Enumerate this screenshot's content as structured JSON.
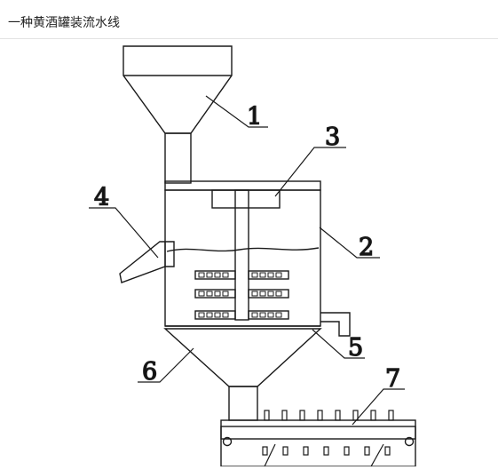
{
  "header": {
    "title": "一种黄酒罐装流水线"
  },
  "diagram": {
    "callouts": [
      {
        "id": "hopper",
        "label": "1"
      },
      {
        "id": "tank",
        "label": "2"
      },
      {
        "id": "motor",
        "label": "3"
      },
      {
        "id": "inlet-chute",
        "label": "4"
      },
      {
        "id": "outlet-pipe",
        "label": "5"
      },
      {
        "id": "cone-bottom",
        "label": "6"
      },
      {
        "id": "conveyor",
        "label": "7"
      }
    ]
  }
}
